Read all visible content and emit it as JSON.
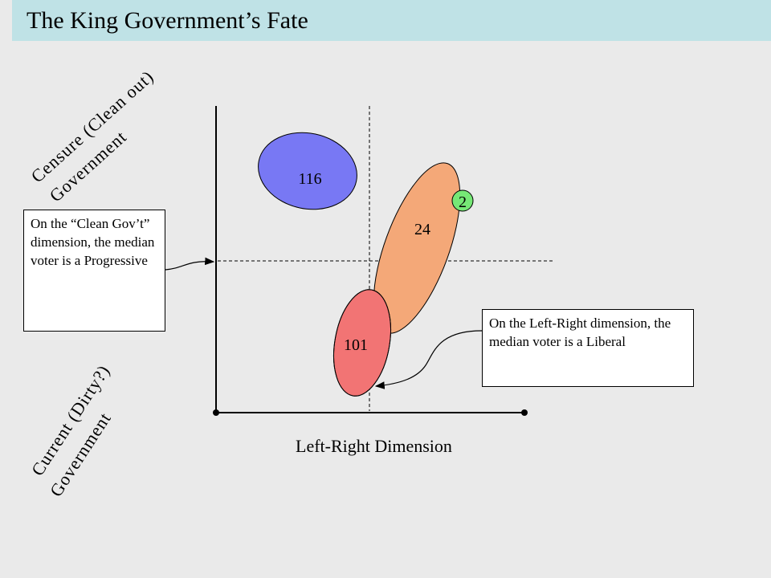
{
  "title": "The King Government’s Fate",
  "ylabel_top": [
    "Censure (Clean out)",
    "Government"
  ],
  "ylabel_bottom": [
    "Current (Dirty?)",
    "Government"
  ],
  "xlabel": "Left-Right Dimension",
  "callout_left": "On the “Clean Gov’t” dimension, the median voter is a Progressive",
  "callout_right": "On the Left-Right dimension, the median voter is a Liberal",
  "groups": [
    {
      "label": "116",
      "color": "#7878f4"
    },
    {
      "label": "24",
      "color": "#f4a878"
    },
    {
      "label": "101",
      "color": "#f27474"
    },
    {
      "label": "2",
      "color": "#76e876"
    }
  ],
  "overlap_color": "#ff5a1f"
}
